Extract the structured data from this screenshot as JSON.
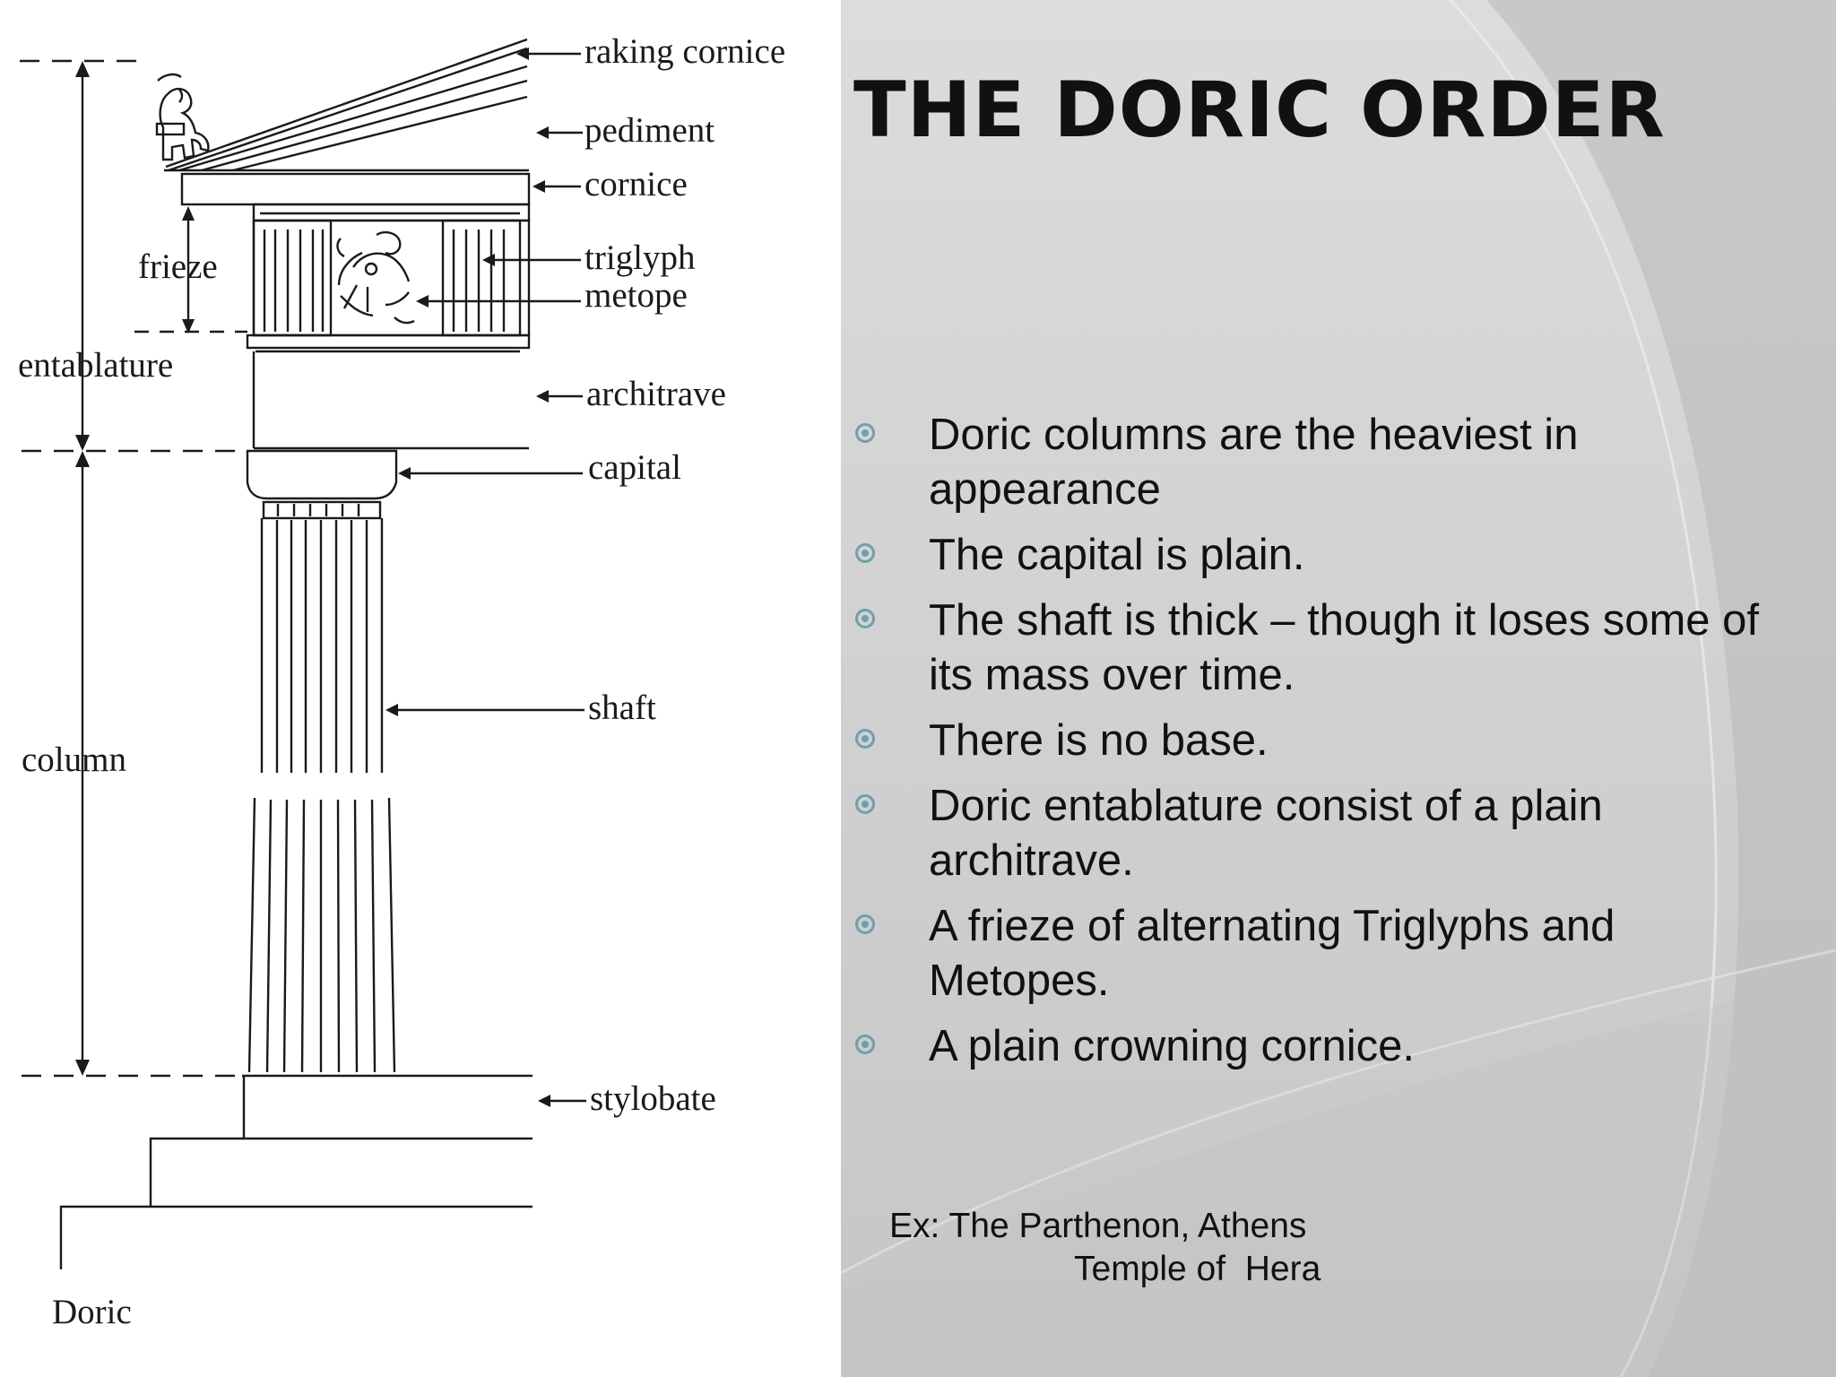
{
  "slide": {
    "title": "The Doric Order",
    "bullets": [
      "Doric columns are the heaviest in appearance",
      "The capital is plain.",
      "The shaft is thick – though it loses some of its mass over time.",
      "There is no base.",
      "Doric entablature consist of a plain architrave.",
      "A frieze of alternating Triglyphs and Metopes.",
      "A plain crowning cornice."
    ],
    "example_line1": "Ex: The Parthenon, Athens",
    "example_line2": "Temple of  Hera"
  },
  "diagram": {
    "labels": {
      "raking_cornice": "raking cornice",
      "pediment": "pediment",
      "cornice": "cornice",
      "triglyph": "triglyph",
      "metope": "metope",
      "architrave": "architrave",
      "capital": "capital",
      "shaft": "shaft",
      "stylobate": "stylobate",
      "frieze": "frieze",
      "entablature": "entablature",
      "column": "column",
      "doric": "Doric"
    },
    "icons": [
      "lion-acroterion-icon",
      "metope-relief-icon"
    ]
  },
  "colors": {
    "title": "#111111",
    "text": "#111111",
    "bullet_accent": "#6f9fae",
    "panel_background": "#d2d2d2",
    "diagram_background": "#ffffff"
  }
}
